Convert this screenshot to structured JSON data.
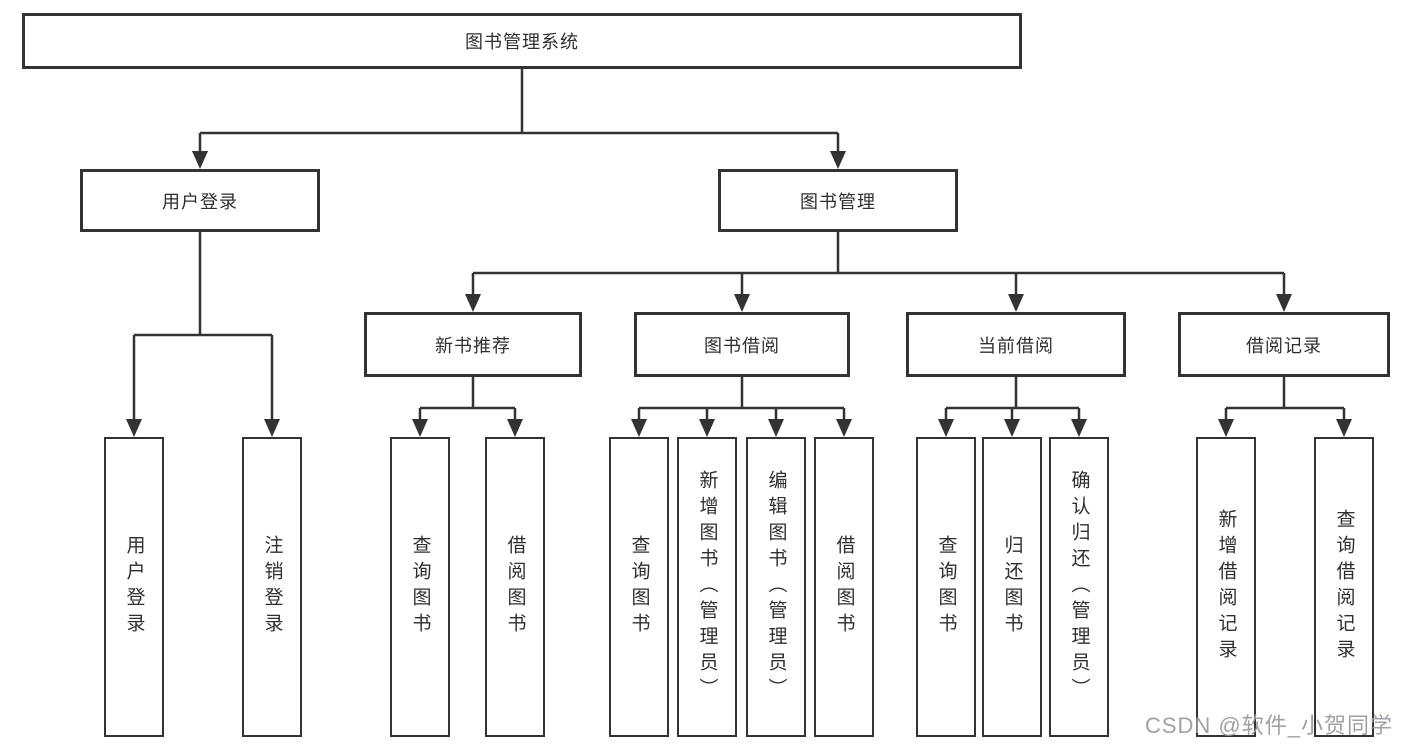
{
  "diagram": {
    "root": {
      "label": "图书管理系统"
    },
    "level2": [
      {
        "label": "用户登录"
      },
      {
        "label": "图书管理"
      }
    ],
    "level3": [
      {
        "label": "新书推荐"
      },
      {
        "label": "图书借阅"
      },
      {
        "label": "当前借阅"
      },
      {
        "label": "借阅记录"
      }
    ],
    "leaves": {
      "user_login": [
        "用户登录",
        "注销登录"
      ],
      "new_book_recommend": [
        "查询图书",
        "借阅图书"
      ],
      "book_borrow": [
        "查询图书",
        "新增图书（管理员）",
        "编辑图书（管理员）",
        "借阅图书"
      ],
      "current_borrow": [
        "查询图书",
        "归还图书",
        "确认归还（管理员）"
      ],
      "borrow_records": [
        "新增借阅记录",
        "查询借阅记录"
      ]
    },
    "colors": {
      "line": "#333333",
      "text": "#2f2f2f",
      "box_background": "#ffffff",
      "watermark": "#96999e"
    }
  },
  "watermark": {
    "text": "CSDN @软件_小贺同学"
  }
}
